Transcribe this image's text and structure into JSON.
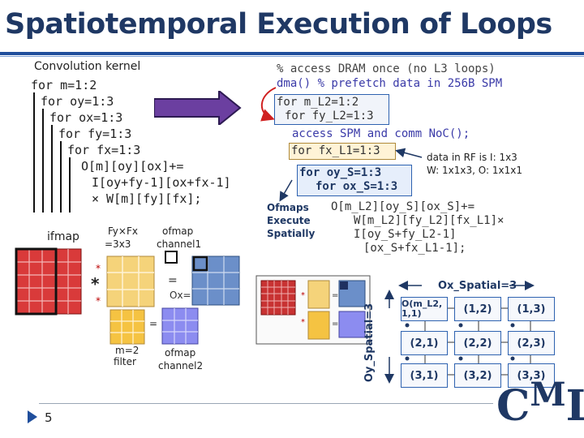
{
  "title": "Spatiotemporal Execution of Loops",
  "left_panel": {
    "heading": "Convolution kernel",
    "code": [
      "for m=1:2",
      "for oy=1:3",
      "for ox=1:3",
      "for fy=1:3",
      "for fx=1:3",
      "O[m][oy][ox]+=",
      "I[oy+fy-1][ox+fx-1]",
      "× W[m][fy][fx];"
    ]
  },
  "right_panel": {
    "comment_line": "% access DRAM once (no L3 loops)",
    "dma_line": "dma() % prefetch data in 256B SPM",
    "l2_loops": [
      "for m_L2=1:2",
      "for fy_L2=1:3"
    ],
    "access_line": "access SPM and comm NoC();",
    "l1_loop": "for fx_L1=1:3",
    "rf_note": [
      "data in RF is I: 1x3",
      "W: 1x1x3, O: 1x1x1"
    ],
    "spatial_loops": [
      "for oy_S=1:3",
      "for ox_S=1:3"
    ],
    "ofmaps_label": [
      "Ofmaps",
      "Execute",
      "Spatially"
    ],
    "compute": [
      "O[m_L2][oy_S][ox_S]+=",
      "W[m_L2][fy_L2][fx_L1]×",
      "I[oy_S+fy_L2-1]",
      "[ox_S+fx_L1-1];"
    ]
  },
  "diagram": {
    "ifmap": "ifmap",
    "filter_dims": [
      "Fy×Fx",
      "=3x3"
    ],
    "ofmap1": [
      "ofmap",
      "channel1"
    ],
    "ofmap2": [
      "ofmap",
      "channel2"
    ],
    "filter": [
      "m=2",
      "filter"
    ],
    "star": "*",
    "equals": "=",
    "ox_label": "Ox="
  },
  "pe_array": {
    "x_label": "Ox_Spatial=3",
    "y_label": "Oy_Spatial=3",
    "cells": [
      [
        "O(m_L2, 1,1)",
        "(1,2)",
        "(1,3)"
      ],
      [
        "(2,1)",
        "(2,2)",
        "(2,3)"
      ],
      [
        "(3,1)",
        "(3,2)",
        "(3,3)"
      ]
    ]
  },
  "footer": {
    "page": "5",
    "logo_c": "C",
    "logo_m": "M",
    "logo_l": "L"
  },
  "colors": {
    "title": "#1f3864",
    "ifmap": "#d93a3a",
    "filter": "#f5c342",
    "ofmap1": "#6b8fc9",
    "ofmap2": "#8c8cf0",
    "arrow": "#6b3fa0"
  }
}
